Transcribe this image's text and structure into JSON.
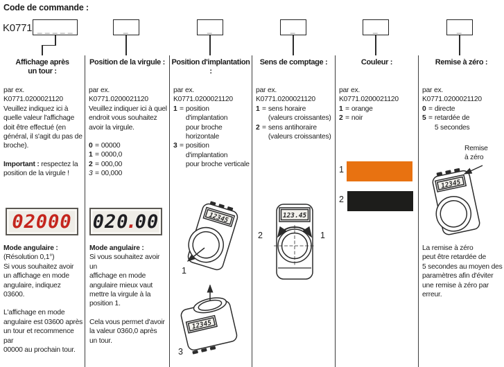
{
  "title": "Code de commande :",
  "code": {
    "prefix": "K0771.",
    "main_placeholder": "_ _ _ _ _",
    "single_placeholder": "_"
  },
  "symbols": {
    "eq": "="
  },
  "colors": {
    "accent_orange": "#e87211",
    "swatch_black": "#1d1d1b",
    "display_red": "#c4251d"
  },
  "columns": [
    {
      "header": "Affichage après\nun tour :",
      "par_ex": "par ex.",
      "code": "K0771.0200021120",
      "body": "Veuillez indiquez ici à\nquelle valeur l'affichage\ndoit être effectué (en\ngénéral, il s'agit du pas de\nbroche).",
      "important_label": "Important :",
      "important_text": " respectez la\nposition de la virgule !",
      "display_value": "02000",
      "mode_title": "Mode angulaire :",
      "mode_paras": [
        "(Résolution  0,1°)",
        "Si vous souhaitez avoir\nun affichage en mode\nangulaire, indiquez 03600.",
        "L'affichage en mode\nangulaire est 03600 après\nun tour et recommence par\n00000 au prochain tour."
      ]
    },
    {
      "header": "Position de la virgule :",
      "par_ex": "par ex.",
      "code": "K0771.0200021120",
      "body": "Veuillez indiquer ici à quel\nendroit vous souhaitez\navoir la virgule.",
      "options": [
        {
          "key": "0",
          "value": "00000"
        },
        {
          "key": "1",
          "value": "0000,0"
        },
        {
          "key": "2",
          "value": "000,00"
        },
        {
          "key": "3",
          "value": "00,000"
        }
      ],
      "display": {
        "int": "020",
        "point": ".",
        "frac": "00"
      },
      "mode_title": "Mode angulaire :",
      "mode_paras": [
        "Si vous souhaitez avoir un\naffichage en mode\nangulaire mieux vaut\nmettre la virgule à la\nposition 1.",
        "Cela vous permet d'avoir\nla valeur 0360,0 après\nun tour."
      ]
    },
    {
      "header": "Position d'implantation :",
      "par_ex": "par ex.",
      "code": "K0771.0200021120",
      "options": [
        {
          "key": "1",
          "text": "position d'implantation\npour broche horizontale"
        },
        {
          "key": "3",
          "text": "position d'implantation\npour broche verticale"
        }
      ],
      "figures": [
        {
          "label": "1",
          "display": "12345"
        },
        {
          "label": "3",
          "display": "12345"
        }
      ]
    },
    {
      "header": "Sens de comptage :",
      "par_ex": "par ex.",
      "code": "K0771.0200021120",
      "options": [
        {
          "key": "1",
          "text": "sens horaire\n(valeurs croissantes)"
        },
        {
          "key": "2",
          "text": "sens antihoraire\n(valeurs croissantes)"
        }
      ],
      "figure": {
        "left_label": "2",
        "right_label": "1",
        "display": "123.45"
      }
    },
    {
      "header": "Couleur :",
      "par_ex": "par ex.",
      "code": "K0771.0200021120",
      "options": [
        {
          "key": "1",
          "text": "orange"
        },
        {
          "key": "2",
          "text": "noir"
        }
      ],
      "swatches": [
        {
          "label": "1",
          "name": "orange",
          "color": "#e87211"
        },
        {
          "label": "2",
          "name": "noir",
          "color": "#1d1d1b"
        }
      ]
    },
    {
      "header": "Remise à zéro :",
      "par_ex": "par ex.",
      "code": "K0771.0200021120",
      "options": [
        {
          "key": "0",
          "text": "directe"
        },
        {
          "key": "5",
          "text": "retardée de\n5 secondes"
        }
      ],
      "callout": "Remise\nà zéro",
      "figure": {
        "display": "12345"
      },
      "body": "La remise à zéro\npeut être retardée de\n5 secondes au moyen des\nparamètres afin d'éviter\nune remise à zéro par\nerreur."
    }
  ]
}
